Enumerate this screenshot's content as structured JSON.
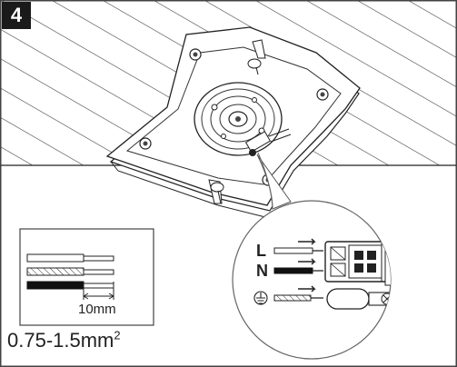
{
  "step": {
    "number": "4"
  },
  "strip_box": {
    "strip_length_label": "10mm"
  },
  "wire_gauge": {
    "range": "0.75-1.5mm",
    "exponent": "2"
  },
  "connector": {
    "live_label": "L",
    "neutral_label": "N",
    "earth_symbol": "earth-ground-icon"
  },
  "colors": {
    "outline": "#222222",
    "hatch": "#333333",
    "badge_bg": "#1a1a1a",
    "neutral_wire": "#111111",
    "callout_fill": "#ffffff"
  }
}
